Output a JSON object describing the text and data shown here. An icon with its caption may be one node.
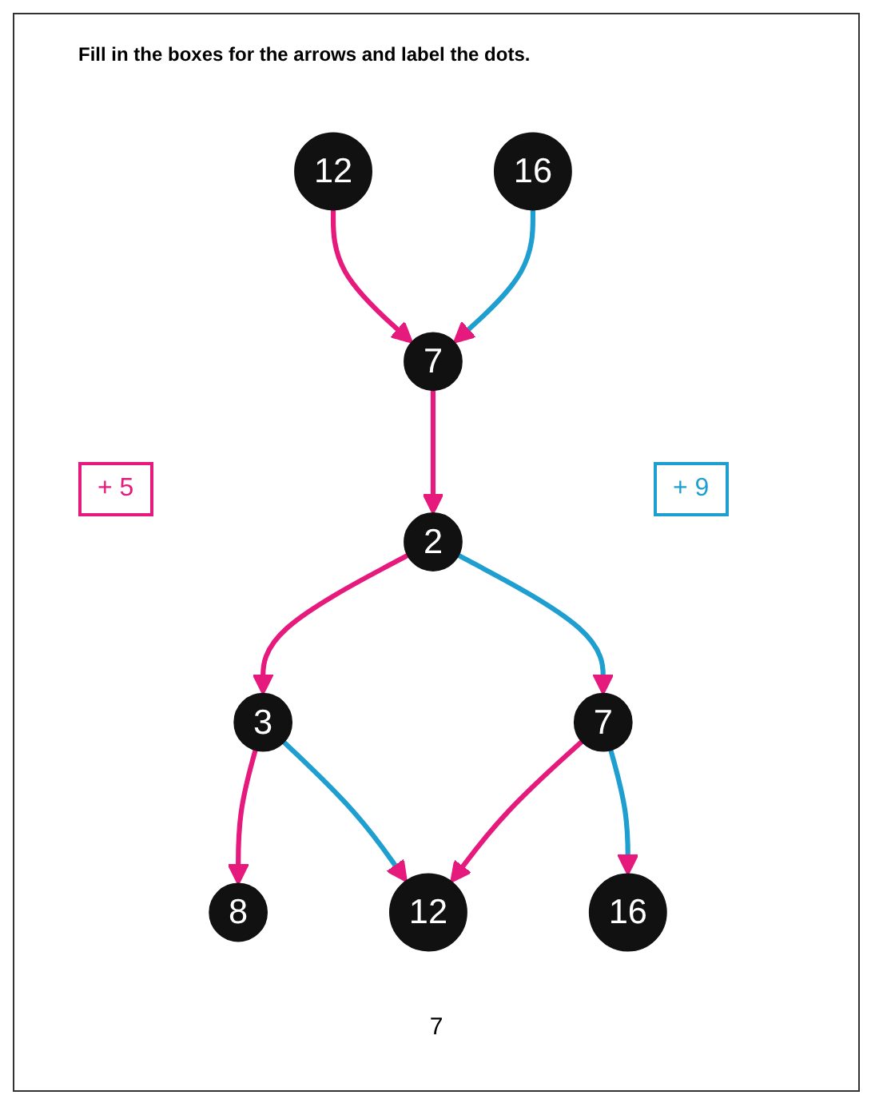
{
  "diagram": {
    "title": "Fill in the boxes for the arrows and label the dots.",
    "nodes": [
      {
        "text": [
          "12"
        ]
      },
      {
        "text": [
          "16"
        ]
      },
      {
        "text": [
          "7"
        ]
      },
      {
        "text": [
          "2"
        ]
      },
      {
        "text": [
          "3"
        ]
      },
      {
        "text": [
          "7"
        ]
      },
      {
        "text": [
          "8"
        ]
      },
      {
        "text": [
          "12"
        ]
      },
      {
        "text": [
          "16"
        ]
      }
    ],
    "edges": [
      {
        "from": 0,
        "to": 2,
        "arrow": "to"
      },
      {
        "from": 1,
        "to": 2,
        "arrow": "to",
        "color": "#1e9fd0"
      },
      {
        "from": 2,
        "to": 3,
        "arrow": "to"
      },
      {
        "from": 3,
        "to": 4,
        "arrow": "to"
      },
      {
        "from": 3,
        "to": 5,
        "arrow": "to",
        "color": "#1e9fd0"
      },
      {
        "from": 4,
        "to": 6,
        "arrow": "to"
      },
      {
        "from": 4,
        "to": 7,
        "arrow": "to",
        "color": "#1e9fd0"
      },
      {
        "from": 5,
        "to": 7,
        "arrow": "to"
      },
      {
        "from": 5,
        "to": 8,
        "arrow": "to",
        "color": "#1e9fd0"
      }
    ],
    "labels": [
      "7"
    ],
    "legend": [
      {
        "text": "+ 5",
        "color": "#e6197d"
      },
      {
        "text": "+ 9",
        "color": "#1e9fd0"
      }
    ]
  }
}
